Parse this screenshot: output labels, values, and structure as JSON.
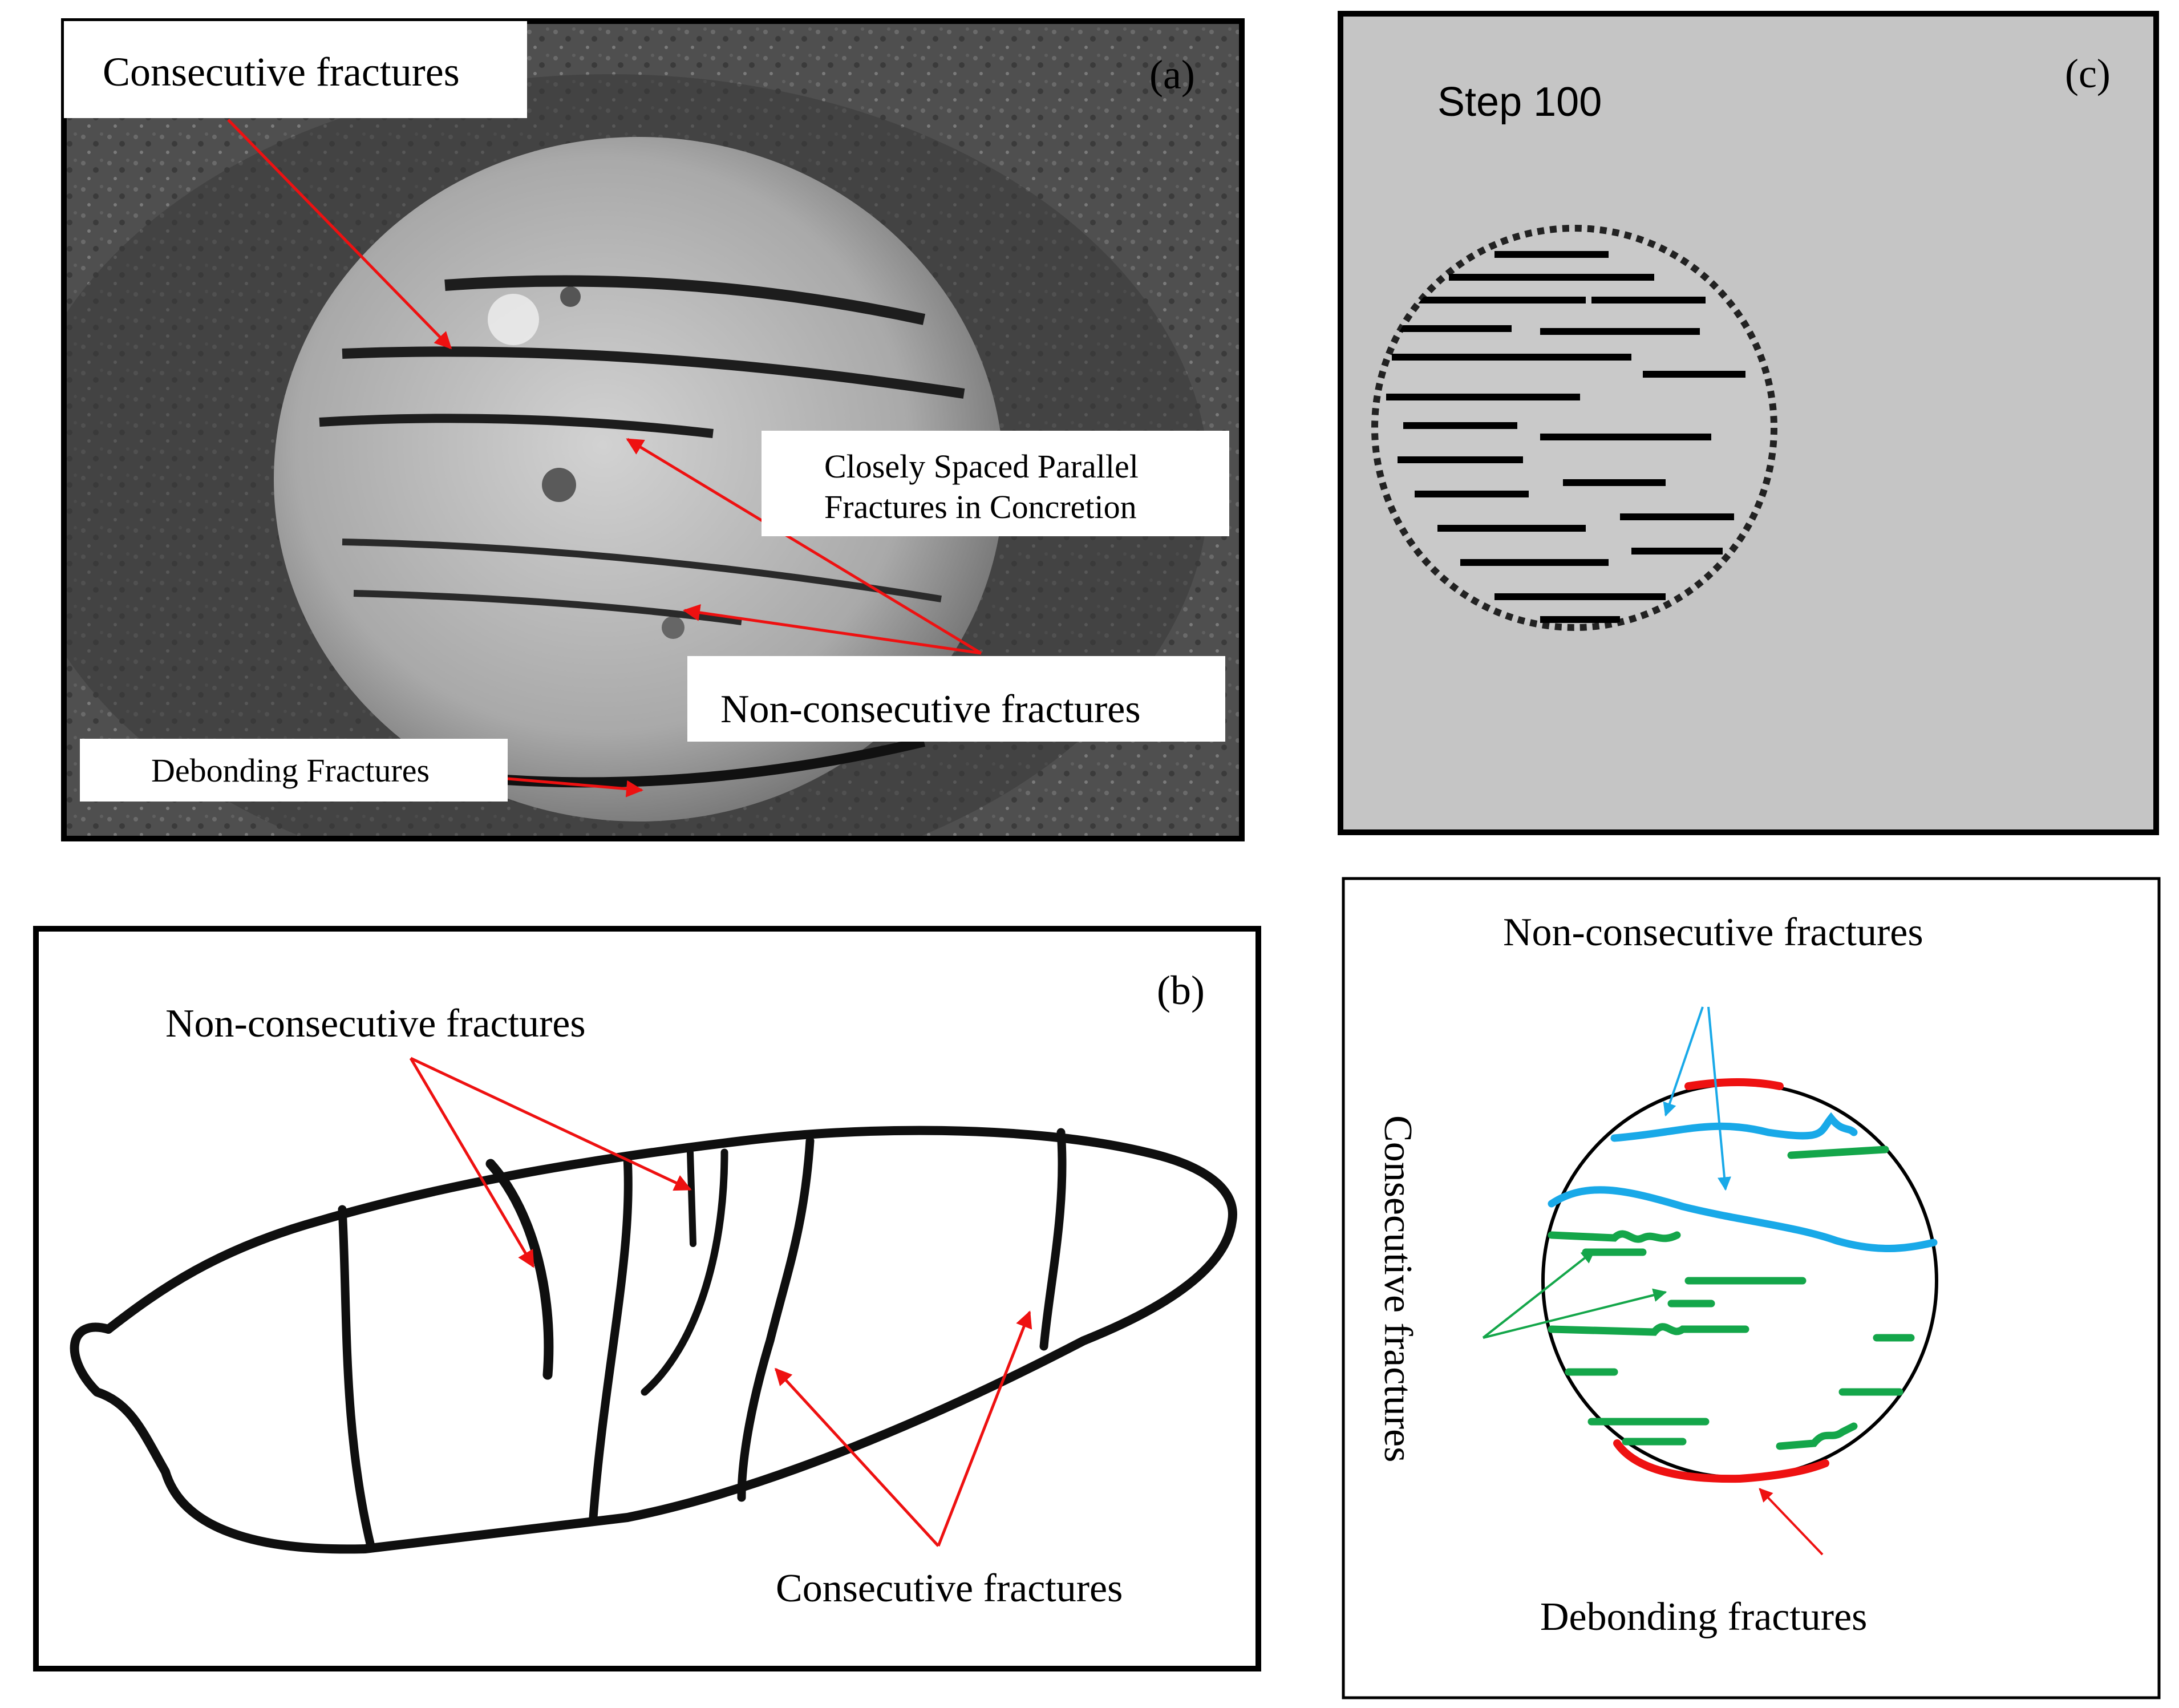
{
  "panel_a": {
    "tag": "(a)",
    "labels": {
      "consecutive": "Consecutive fractures",
      "closely_line1": "Closely Spaced Parallel",
      "closely_line2": "Fractures in Concretion",
      "non_consecutive": "Non-consecutive fractures",
      "debonding": "Debonding Fractures"
    }
  },
  "panel_b": {
    "tag": "(b)",
    "labels": {
      "non_consecutive": "Non-consecutive fractures",
      "consecutive": "Consecutive fractures"
    }
  },
  "panel_c": {
    "tag": "(c)",
    "step": "Step 100"
  },
  "panel_d": {
    "labels": {
      "non_consecutive": "Non-consecutive fractures",
      "consecutive": "Consecutive fractures",
      "debonding": "Debonding fractures"
    },
    "colors": {
      "non_consecutive": "#19a9e8",
      "consecutive": "#14a64a",
      "debonding": "#ee1111"
    }
  },
  "colors": {
    "arrow": "#ee1111"
  }
}
